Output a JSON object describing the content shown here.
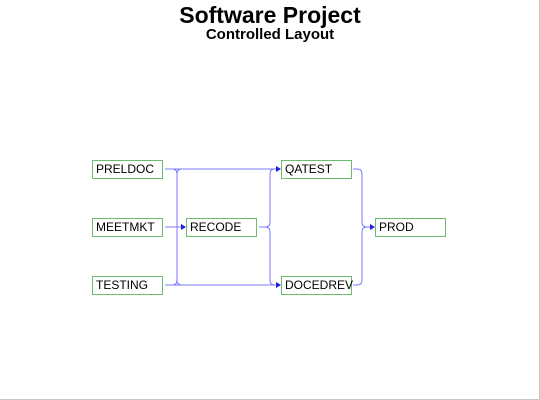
{
  "title": "Software Project",
  "subtitle": "Controlled Layout",
  "nodes": {
    "preldoc": "PRELDOC",
    "meetmkt": "MEETMKT",
    "testing": "TESTING",
    "recode": "RECODE",
    "qatest": "QATEST",
    "docedrev": "DOCEDREV",
    "prod": "PROD"
  },
  "edges": [
    [
      "PRELDOC",
      "QATEST"
    ],
    [
      "PRELDOC",
      "DOCEDREV"
    ],
    [
      "MEETMKT",
      "RECODE"
    ],
    [
      "TESTING",
      "QATEST"
    ],
    [
      "TESTING",
      "DOCEDREV"
    ],
    [
      "RECODE",
      "QATEST"
    ],
    [
      "RECODE",
      "DOCEDREV"
    ],
    [
      "QATEST",
      "PROD"
    ],
    [
      "DOCEDREV",
      "PROD"
    ]
  ],
  "colors": {
    "node_border": "#6dbb6d",
    "edge": "#7a7aff",
    "arrowhead": "#1e1ee6"
  }
}
